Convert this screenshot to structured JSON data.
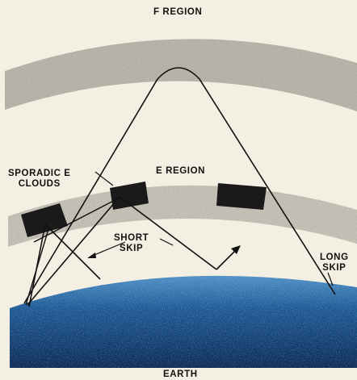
{
  "labels": {
    "f_region": "F REGION",
    "e_region": "E REGION",
    "sporadic_line1": "SPORADIC E",
    "sporadic_line2": "CLOUDS",
    "short_line1": "SHORT",
    "short_line2": "SKIP",
    "long_line1": "LONG",
    "long_line2": "SKIP",
    "earth": "EARTH"
  },
  "colors": {
    "background": "#f3efe2",
    "f_layer": "#8e8a80",
    "e_layer": "#9a958a",
    "sporadic_cloud": "#1a1a1a",
    "earth_top": "#4f8fc4",
    "earth_bottom": "#0c2a55",
    "ray": "#111111"
  }
}
